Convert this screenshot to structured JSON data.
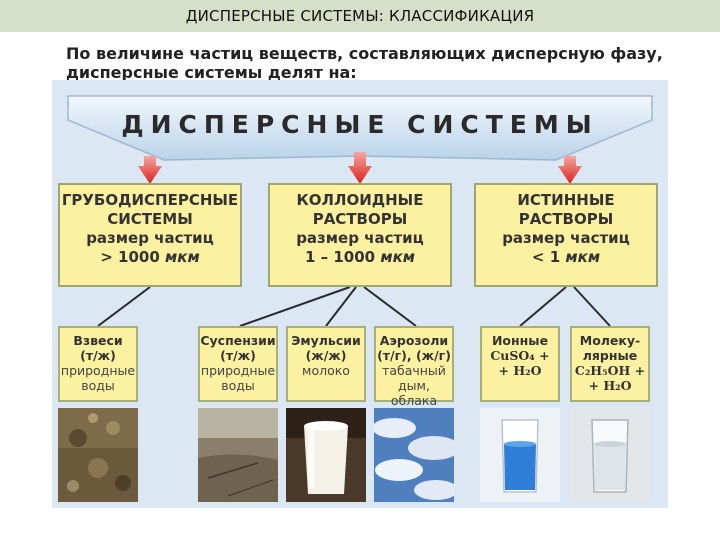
{
  "title": "ДИСПЕРСНЫЕ СИСТЕМЫ: КЛАССИФИКАЦИЯ",
  "intro": "По величине частиц веществ, составляющих дисперсную фазу, дисперсные системы делят на:",
  "banner": "ДИСПЕРСНЫЕ СИСТЕМЫ",
  "categories": [
    {
      "name": "ГРУБОДИСПЕРСНЫЕ\nСИСТЕМЫ",
      "size_label": "размер частиц",
      "size_value": "> 1000",
      "unit": "мкм"
    },
    {
      "name": "КОЛЛОИДНЫЕ\nРАСТВОРЫ",
      "size_label": "размер частиц",
      "size_value": "1 – 1000",
      "unit": "мкм"
    },
    {
      "name": "ИСТИННЫЕ\nРАСТВОРЫ",
      "size_label": "размер частиц",
      "size_value": "< 1",
      "unit": "мкм"
    }
  ],
  "subtypes": [
    {
      "title": "Взвеси\n(т/ж)",
      "desc": "природные\nводы"
    },
    {
      "title": "Суспензии\n(т/ж)",
      "desc": "природные\nводы"
    },
    {
      "title": "Эмульсии\n(ж/ж)",
      "desc": "молоко"
    },
    {
      "title": "Аэрозоли\n(т/г), (ж/г)",
      "desc": "табачный\nдым, облака"
    },
    {
      "title": "Ионные",
      "desc": "CuSO₄ +\n+ H₂O"
    },
    {
      "title": "Молеку-\nлярные",
      "desc": "C₂H₅OH +\n+ H₂O"
    }
  ],
  "colors": {
    "panel": "#dbe7f3",
    "box": "#fbf1a1",
    "arrow": "#e2322a",
    "title_bar": "#d6dfc8"
  },
  "photos": [
    "muddy-water-photo",
    "river-water-photo",
    "milk-glass-photo",
    "clouds-photo",
    "blue-solution-beaker-photo",
    "clear-solution-beaker-photo"
  ]
}
